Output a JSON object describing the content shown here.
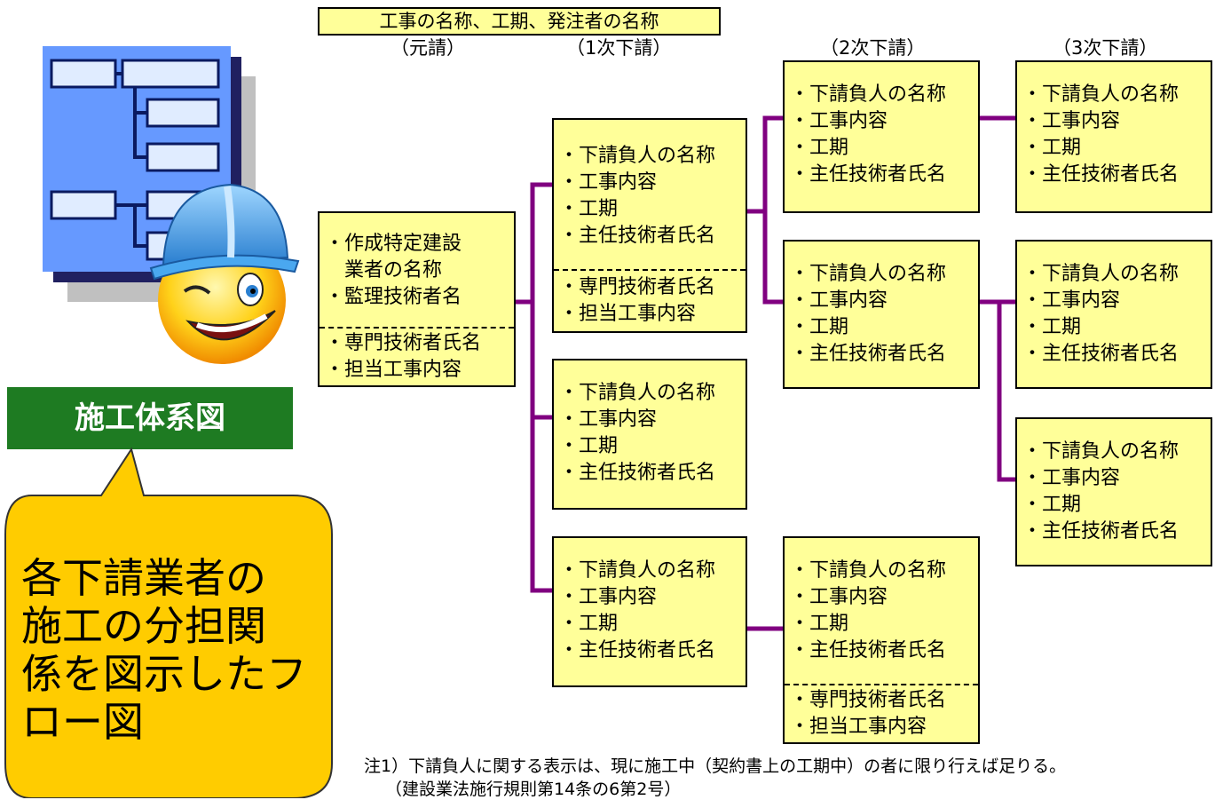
{
  "title": "工事の名称、工期、発注者の名称",
  "headers": [
    "（元請）",
    "（1次下請）",
    "（2次下請）",
    "（3次下請）"
  ],
  "label": "施工体系図",
  "bubble_text": [
    "各下請業者の",
    "施工の分担関",
    "係を図示したフ",
    "ロー図"
  ],
  "colors": {
    "box_fill": "#ffff99",
    "connector": "#800080",
    "label_bg": "#1e7b22",
    "bubble": "#ffcc00",
    "icon_blue": "#6699ff"
  },
  "nodes": {
    "prime": {
      "top": [
        "・作成特定建設",
        "　業者の名称",
        "・監理技術者名"
      ],
      "bottom": [
        "・専門技術者氏名",
        "・担当工事内容"
      ]
    },
    "sub1_a": {
      "top": [
        "・下請負人の名称",
        "・工事内容",
        "・工期",
        "・主任技術者氏名"
      ],
      "bottom": [
        "・専門技術者氏名",
        "・担当工事内容"
      ]
    },
    "sub1_b": {
      "top": [
        "・下請負人の名称",
        "・工事内容",
        "・工期",
        "・主任技術者氏名"
      ]
    },
    "sub1_c": {
      "top": [
        "・下請負人の名称",
        "・工事内容",
        "・工期",
        "・主任技術者氏名"
      ]
    },
    "sub2_a": {
      "top": [
        "・下請負人の名称",
        "・工事内容",
        "・工期",
        "・主任技術者氏名"
      ]
    },
    "sub2_b": {
      "top": [
        "・下請負人の名称",
        "・工事内容",
        "・工期",
        "・主任技術者氏名"
      ]
    },
    "sub2_c": {
      "top": [
        "・下請負人の名称",
        "・工事内容",
        "・工期",
        "・主任技術者氏名"
      ],
      "bottom": [
        "・専門技術者氏名",
        "・担当工事内容"
      ]
    },
    "sub3_a": {
      "top": [
        "・下請負人の名称",
        "・工事内容",
        "・工期",
        "・主任技術者氏名"
      ]
    },
    "sub3_b": {
      "top": [
        "・下請負人の名称",
        "・工事内容",
        "・工期",
        "・主任技術者氏名"
      ]
    },
    "sub3_c": {
      "top": [
        "・下請負人の名称",
        "・工事内容",
        "・工期",
        "・主任技術者氏名"
      ]
    }
  },
  "notes": [
    "注1）下請負人に関する表示は、現に施工中（契約書上の工期中）の者に限り行えば足りる。",
    "（建設業法施行規則第14条の6第2号）"
  ]
}
